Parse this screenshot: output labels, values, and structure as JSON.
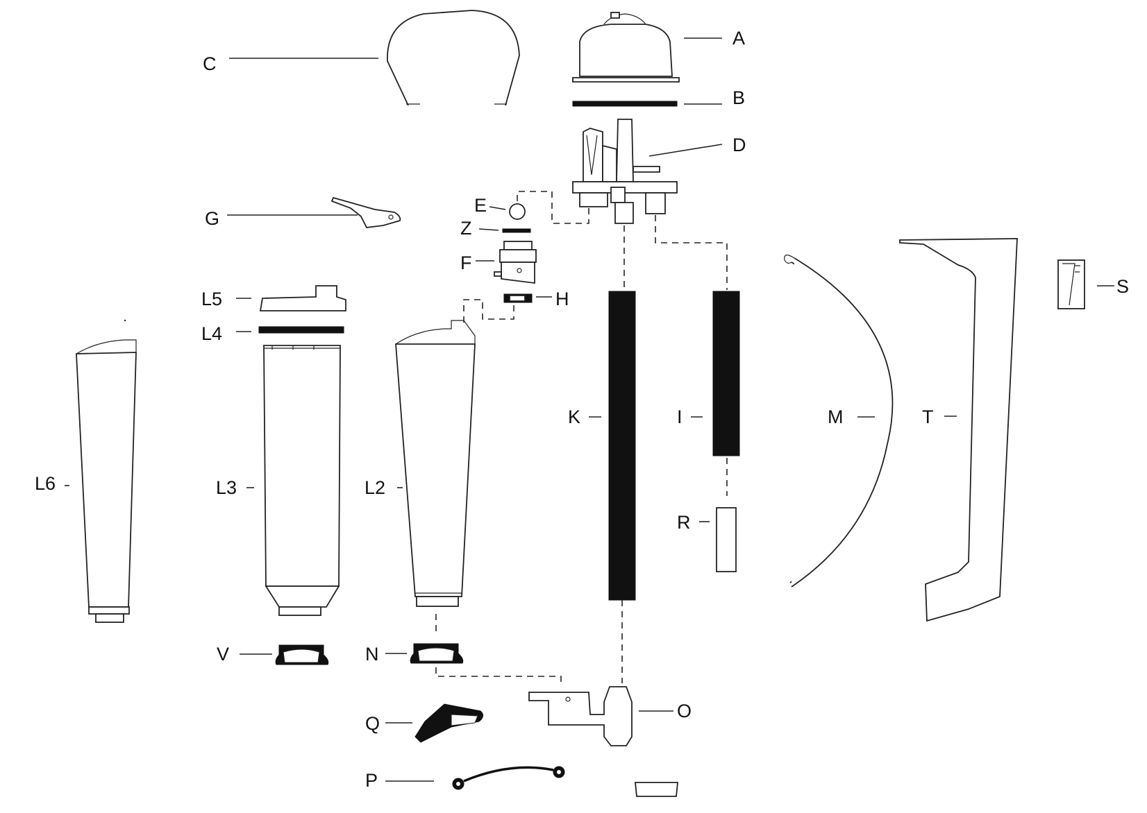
{
  "diagram": {
    "labels": {
      "A": "A",
      "B": "B",
      "C": "C",
      "D": "D",
      "E": "E",
      "Z": "Z",
      "F": "F",
      "G": "G",
      "H": "H",
      "L5": "L5",
      "L4": "L4",
      "L6": "L6",
      "L3": "L3",
      "L2": "L2",
      "K": "K",
      "I": "I",
      "M": "M",
      "T": "T",
      "S": "S",
      "R": "R",
      "V": "V",
      "N": "N",
      "O": "O",
      "Q": "Q",
      "P": "P"
    }
  }
}
